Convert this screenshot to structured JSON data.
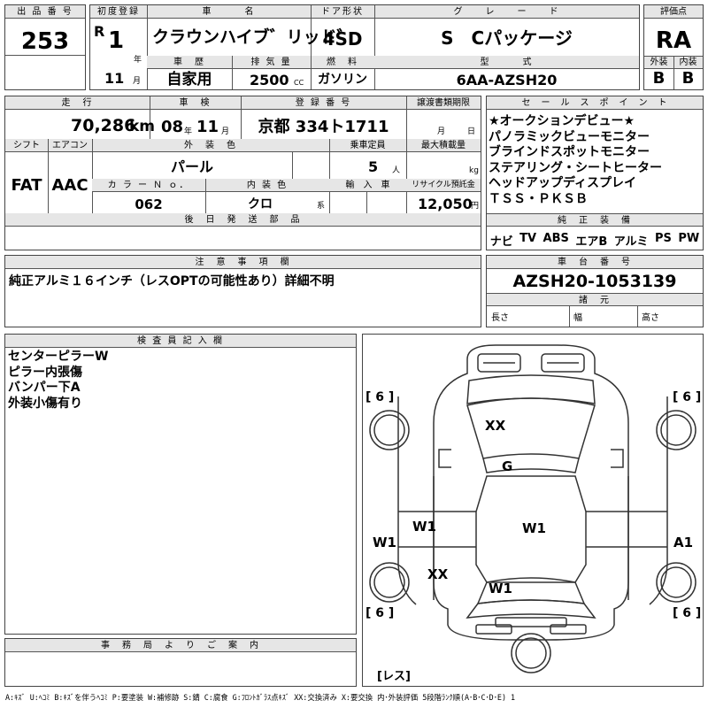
{
  "labels": {
    "lot_no": "出 品 番 号",
    "first_reg": "初度登録",
    "car_name": "車　　　名",
    "door_type": "ドア形状",
    "grade": "グ　　レ　　ー　　ド",
    "rating": "評価点",
    "history": "車　歴",
    "displacement": "排 気 量",
    "fuel": "燃　料",
    "model": "型　　　式",
    "exterior": "外装",
    "interior": "内装",
    "mileage": "走　行",
    "inspection": "車　検",
    "reg_no": "登 録 番 号",
    "transfer_deadline": "譲渡書類期限",
    "sales_point": "セ　ー　ル　ス　ポ　イ　ン　ト",
    "shift": "シフト",
    "aircon": "エアコン",
    "ext_color": "外　装　色",
    "capacity": "乗車定員",
    "max_load": "最大積載量",
    "color_no": "カ ラ ー Ｎ ｏ．",
    "int_color": "内 装 色",
    "import": "輸　入　車",
    "recycle": "リサイクル預託金",
    "later_parts": "後　日　発　送　部　品",
    "genuine_equip": "純　正　装　備",
    "notes": "注　意　事　項　欄",
    "chassis_no": "車　台　番　号",
    "dimensions": "諸　元",
    "length": "長さ",
    "width": "幅",
    "height": "高さ",
    "inspector": "検 査 員 記 入 欄",
    "office_guide": "事　務　局　よ　り　ご　案　内",
    "unit_year": "年",
    "unit_month": "月",
    "unit_cc": "CC",
    "unit_km": "km",
    "unit_person": "人",
    "unit_kg": "kg",
    "unit_yen": "円",
    "unit_yen_sym": "系"
  },
  "vehicle": {
    "lot_no": "253",
    "era": "R",
    "first_reg_year": "1",
    "first_reg_month": "11",
    "car_name": "クラウンハイブ゛リッド゛",
    "door_type": "4SD",
    "grade": "S　Cパッケージ",
    "rating": "RA",
    "history": "自家用",
    "displacement": "2500",
    "fuel": "ガソリン",
    "model": "6AA-AZSH20",
    "exterior_score": "B",
    "interior_score": "B",
    "mileage": "70,286",
    "inspection_year": "08",
    "inspection_month": "11",
    "reg_no": "京都 334ト1711",
    "shift": "FAT",
    "aircon": "AAC",
    "ext_color": "パール",
    "capacity": "5",
    "color_no": "062",
    "int_color": "クロ",
    "recycle_fee": "12,050",
    "chassis_no": "AZSH20-1053139"
  },
  "sales_points": [
    "★オークションデビュー★",
    "パノラミックビューモニター",
    "ブラインドスポットモニター",
    "ステアリング・シートヒーター",
    "ヘッドアップディスプレイ",
    "ＴＳＳ・ＰＫＳＢ"
  ],
  "equipment": [
    "ナビ",
    "TV",
    "ABS",
    "エアB",
    "アルミ",
    "PS",
    "PW"
  ],
  "notes_text": "純正アルミ１６インチ（レスOPTの可能性あり）詳細不明",
  "inspector_notes": [
    "センターピラーW",
    "ピラー内張傷",
    "バンパー下A",
    "外装小傷有り"
  ],
  "diagram": {
    "tires": [
      "[ 6 ]",
      "[ 6 ]",
      "[ 6 ]",
      "[ 6 ]"
    ],
    "marks": {
      "roof": "XX",
      "windshield": "G",
      "center": "W1",
      "front_door": "W1",
      "left_pillar": "W1",
      "right_fender": "A1",
      "rear_door": "XX",
      "trunk": "W1"
    },
    "spare": "[レス]"
  },
  "legend": "A:ｷｽﾞ U:ﾍｺﾐ B:ｷｽﾞを伴うﾍｺﾐ P:要塗装 W:補修跡 S:錆 C:腐食 G:ﾌﾛﾝﾄｶﾞﾗｽ点ｷｽﾞ XX:交換済み X:要交換 内･外装評価 5段階ﾗﾝｸ順(A･B･C･D･E) 1"
}
